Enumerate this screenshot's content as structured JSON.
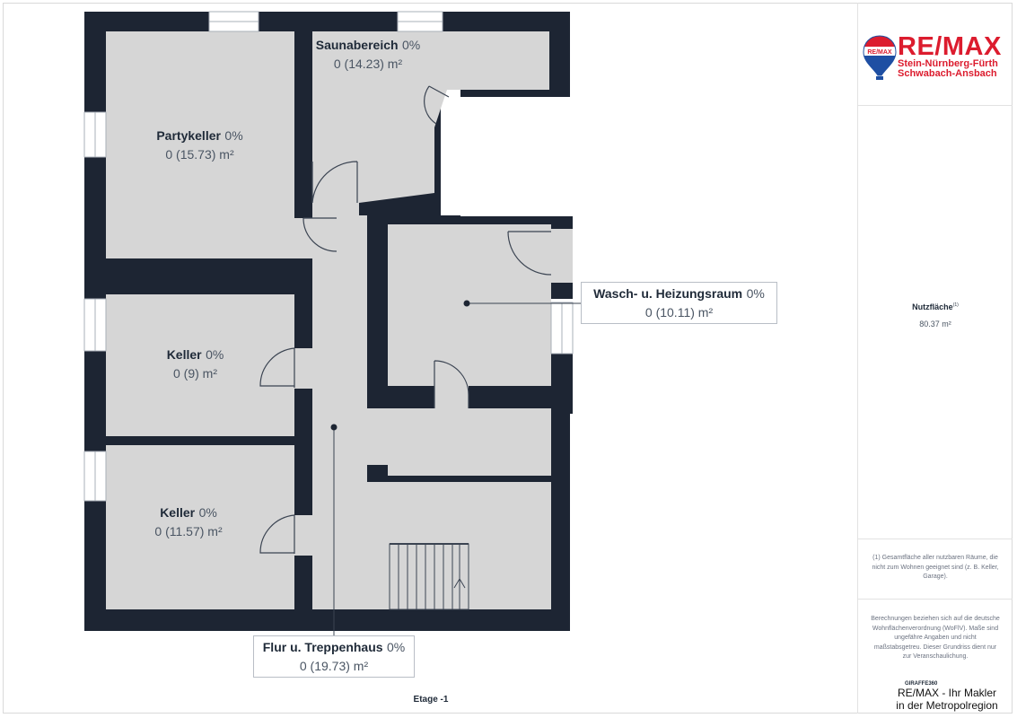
{
  "floor_label": "Etage -1",
  "rooms": [
    {
      "name": "Saunabereich",
      "pct": "0%",
      "area": "0 (14.23) m²"
    },
    {
      "name": "Partykeller",
      "pct": "0%",
      "area": "0 (15.73) m²"
    },
    {
      "name": "Keller",
      "pct": "0%",
      "area": "0 (9) m²"
    },
    {
      "name": "Keller",
      "pct": "0%",
      "area": "0 (11.57) m²"
    }
  ],
  "callouts": [
    {
      "name": "Wasch- u. Heizungsraum",
      "pct": "0%",
      "area": "0 (10.11) m²"
    },
    {
      "name": "Flur u. Treppenhaus",
      "pct": "0%",
      "area": "0 (19.73) m²"
    }
  ],
  "sidebar": {
    "logo": {
      "badge": "RE/MAX",
      "word": "RE/MAX",
      "line1": "Stein-Nürnberg-Fürth",
      "line2": "Schwabach-Ansbach"
    },
    "nutzflaeche_title": "Nutzfläche",
    "nutzflaeche_sup": "(1)",
    "nutzflaeche_value": "80.37 m²",
    "footnote": "(1) Gesamtfläche aller nutzbaren Räume, die nicht zum Wohnen geeignet sind (z. B. Keller, Garage).",
    "disclaimer": "Berechnungen beziehen sich auf die deutsche Wohnflächenverordnung (WoFlV). Maße sind ungefähre Angaben und nicht maßstabsgetreu. Dieser Grundriss dient nur zur Veranschaulichung.",
    "giraffe": "GIRAFFE360"
  },
  "watermark": {
    "line1": "RE/MAX - Ihr Makler",
    "line2": "in der Metropolregion"
  },
  "colors": {
    "wall": "#1d2533",
    "floor": "#d6d6d6",
    "window": "#ffffff",
    "brand_red": "#dc1c2e",
    "brand_blue": "#1e4fa3"
  }
}
